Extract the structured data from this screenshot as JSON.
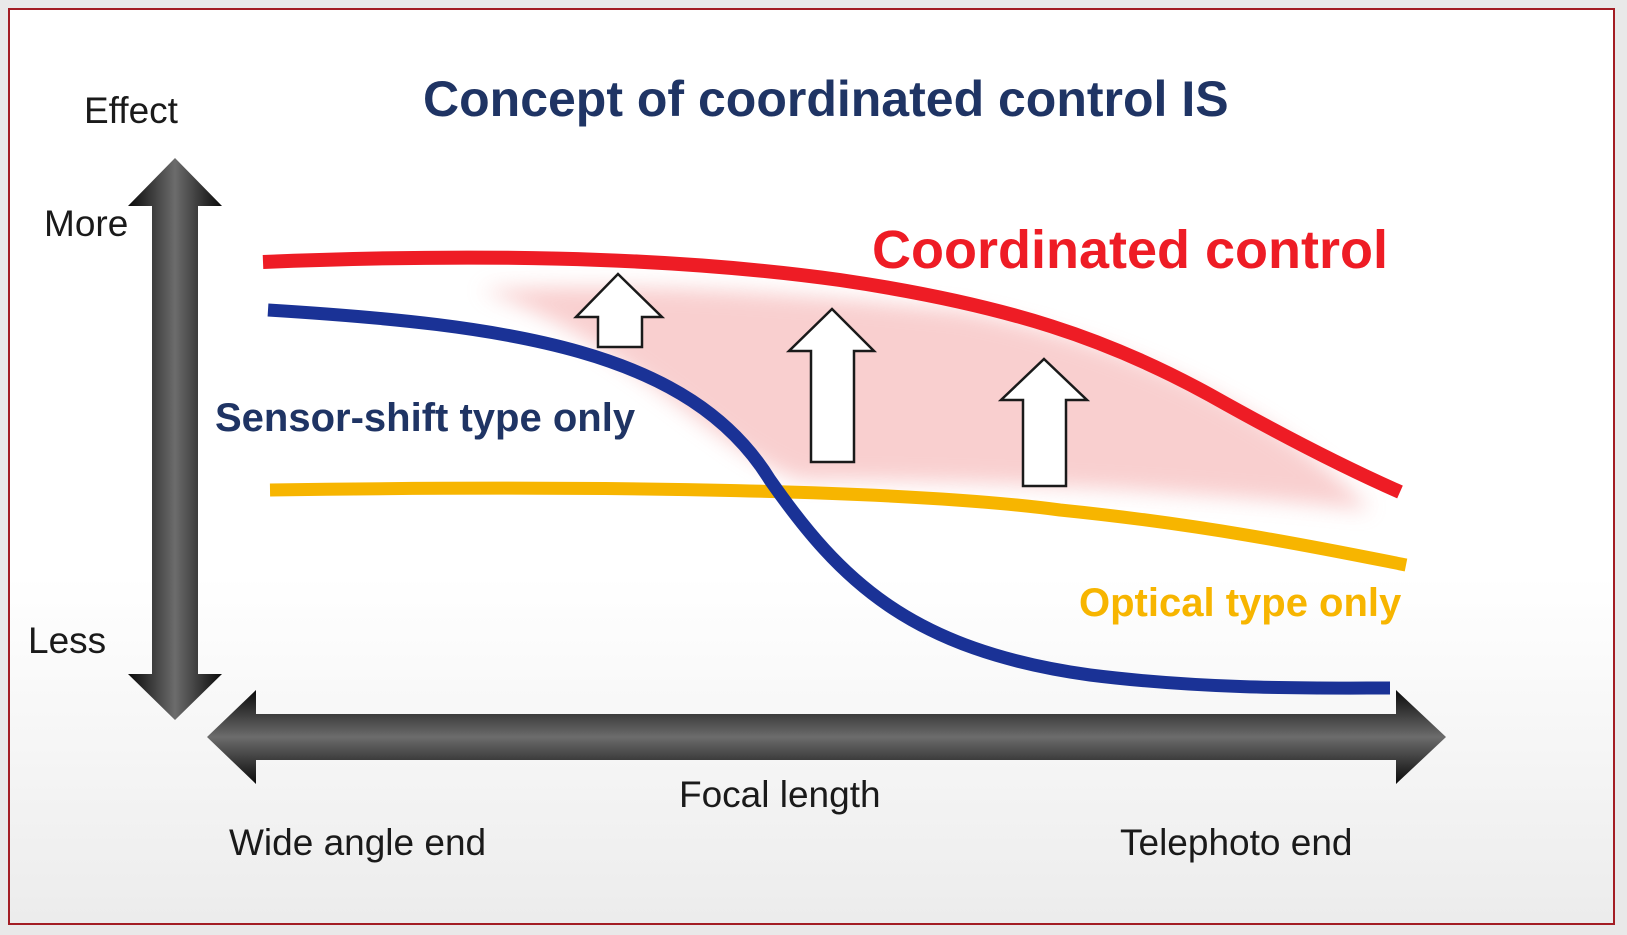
{
  "slide": {
    "title": "Concept of coordinated control IS",
    "y_axis": {
      "label": "Effect",
      "top_label": "More",
      "bottom_label": "Less"
    },
    "x_axis": {
      "label": "Focal length",
      "left_label": "Wide angle end",
      "right_label": "Telephoto end"
    },
    "series": [
      {
        "id": "coordinated",
        "name": "Coordinated control",
        "color": "#ee1c25"
      },
      {
        "id": "sensor_shift",
        "name": "Sensor-shift type only",
        "color": "#1a3296"
      },
      {
        "id": "optical",
        "name": "Optical type only",
        "color": "#f7b500"
      }
    ],
    "colors": {
      "title": "#1f3464",
      "frame": "#a31d24",
      "gain_region": "#f8c7c7",
      "axis_arrow": "#111111"
    },
    "icons": [
      "double-arrow-vertical",
      "double-arrow-horizontal",
      "up-arrow-outline"
    ]
  }
}
